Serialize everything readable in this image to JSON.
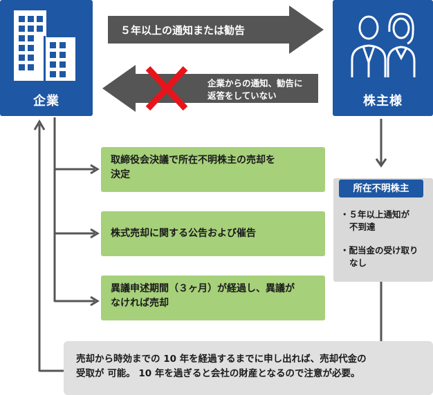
{
  "company": {
    "label": "企業",
    "icon": "office-building-icon"
  },
  "shareholder": {
    "label": "株主様",
    "icon": "people-icon"
  },
  "top_arrow": {
    "text": "５年以上の通知または勧告"
  },
  "bottom_arrow": {
    "text_line1": "企業からの通知、勧告に",
    "text_line2": "返答をしていない",
    "mark": "cross-mark-icon"
  },
  "steps": [
    {
      "line1": "取締役会決議で所在不明株主の売却を",
      "line2": "決定"
    },
    {
      "line1": "株式売却に関する公告および催告",
      "line2": ""
    },
    {
      "line1": "異議申述期間（３ヶ月）が経過し、異議が",
      "line2": "なければ売却"
    }
  ],
  "unknown_shareholder": {
    "title": "所在不明株主",
    "bullets": [
      {
        "line1": "・５年以上通知が",
        "line2": "不到達"
      },
      {
        "line1": "・配当金の受け取り",
        "line2": "なし"
      }
    ]
  },
  "note": {
    "line1": "売却から時効までの 10 年を経過するまでに申し出れば、売却代金の",
    "line2": "受取が 可能。 10 年を過ぎると会社の財産となるので注意が必要。"
  },
  "colors": {
    "blue": "#1e57a4",
    "green": "#a6d07a",
    "arrow_gray": "#555555",
    "panel_gray": "#d9d9d9",
    "cross_red": "#e8141b"
  }
}
